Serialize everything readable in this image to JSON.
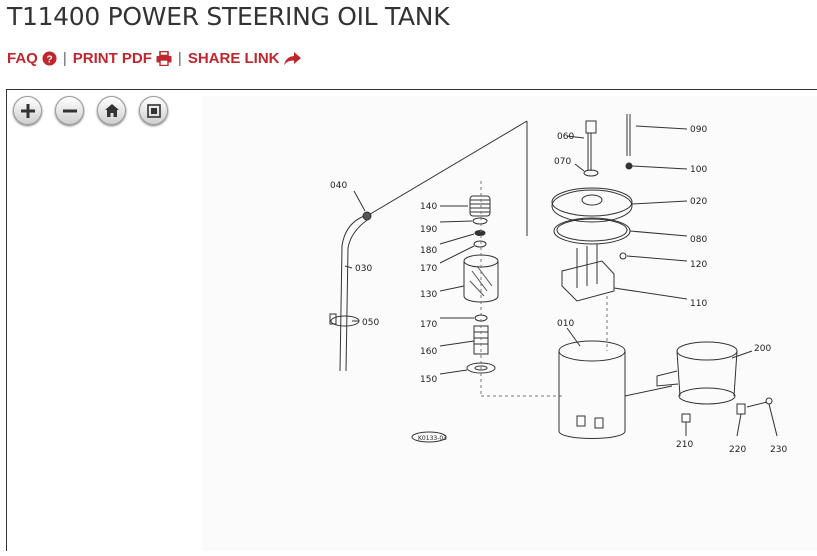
{
  "page": {
    "title": "T11400 POWER STEERING OIL TANK"
  },
  "links": {
    "faq": "FAQ",
    "print_pdf": "PRINT PDF",
    "share_link": "SHARE LINK",
    "separator": "|"
  },
  "viewer_controls": {
    "icons": [
      "zoom-in-icon",
      "zoom-out-icon",
      "home-icon",
      "fullscreen-icon"
    ]
  },
  "diagram": {
    "parts": [
      "010",
      "020",
      "030",
      "040",
      "050",
      "060",
      "070",
      "080",
      "090",
      "100",
      "110",
      "120",
      "130",
      "140",
      "150",
      "160",
      "170",
      "170",
      "180",
      "190",
      "200",
      "210",
      "220",
      "230"
    ],
    "stamp": "K0133-03"
  },
  "colors": {
    "link_red": "#c0272d",
    "title_gray": "#333333"
  }
}
